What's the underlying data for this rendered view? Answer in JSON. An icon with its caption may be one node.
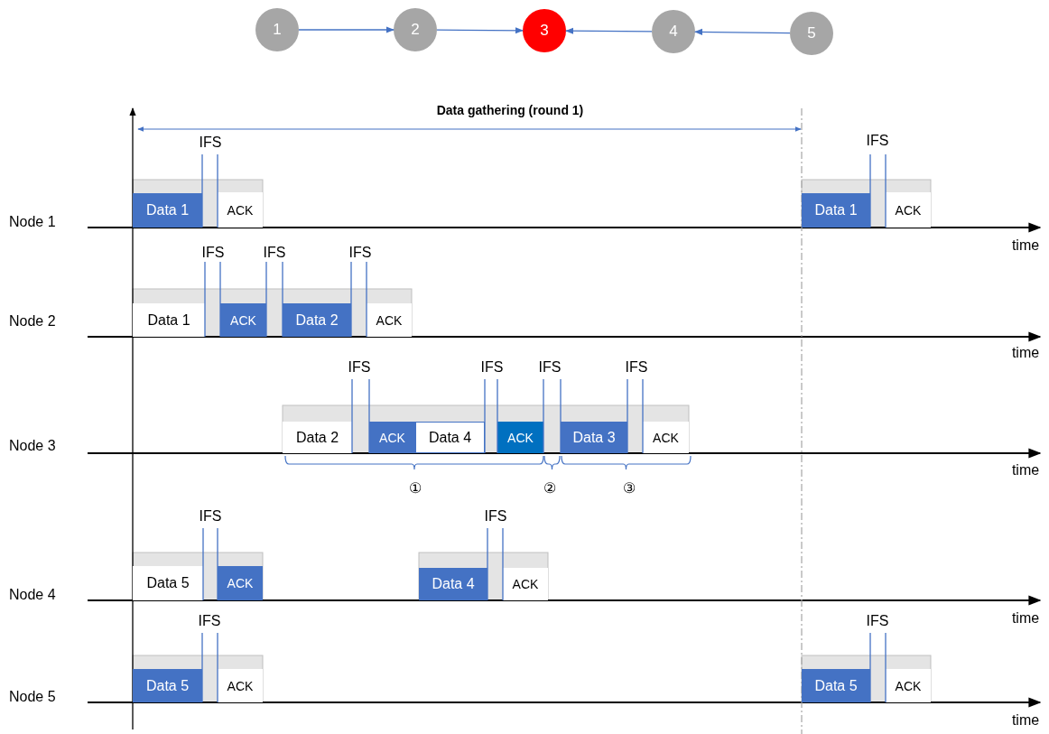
{
  "diagram": {
    "nodes": [
      {
        "text": [
          "1"
        ]
      },
      {
        "text": [
          "2"
        ]
      },
      {
        "text": [
          "3"
        ]
      },
      {
        "text": [
          "4"
        ]
      },
      {
        "text": [
          "5"
        ]
      },
      {
        "text": [
          "Data 1"
        ]
      },
      {
        "text": [
          "ACK"
        ]
      },
      {
        "text": [
          "Data 1"
        ]
      },
      {
        "text": [
          "ACK"
        ]
      },
      {
        "text": [
          "Data 1"
        ]
      },
      {
        "text": [
          "ACK"
        ]
      },
      {
        "text": [
          "Data 2"
        ]
      },
      {
        "text": [
          "ACK"
        ]
      },
      {
        "text": [
          "Data 2"
        ]
      },
      {
        "text": [
          "ACK"
        ]
      },
      {
        "text": [
          "Data 4"
        ]
      },
      {
        "text": [
          "ACK"
        ]
      },
      {
        "text": [
          "Data 3"
        ]
      },
      {
        "text": [
          "ACK"
        ]
      },
      {
        "text": [
          "Data 5"
        ]
      },
      {
        "text": [
          "ACK"
        ]
      },
      {
        "text": [
          "Data 4"
        ]
      },
      {
        "text": [
          "ACK"
        ]
      },
      {
        "text": [
          "Data 5"
        ]
      },
      {
        "text": [
          "ACK"
        ]
      },
      {
        "text": [
          "Data 5"
        ]
      },
      {
        "text": [
          "ACK"
        ]
      }
    ],
    "edges": [
      {
        "from": 0,
        "to": 1,
        "arrow": "to"
      },
      {
        "from": 1,
        "to": 2,
        "arrow": "to"
      },
      {
        "from": 3,
        "to": 2,
        "arrow": "to"
      },
      {
        "from": 4,
        "to": 3,
        "arrow": "to"
      }
    ],
    "labels": [
      "Data gathering (round 1)",
      "IFS",
      "IFS",
      "Node 1",
      "time",
      "IFS",
      "IFS",
      "IFS",
      "Node 2",
      "time",
      "IFS",
      "IFS",
      "IFS",
      "IFS",
      "Node 3",
      "time",
      "①",
      "②",
      "③",
      "IFS",
      "IFS",
      "Node 4",
      "IFS",
      "IFS",
      "time",
      "Node 5",
      "time"
    ]
  }
}
